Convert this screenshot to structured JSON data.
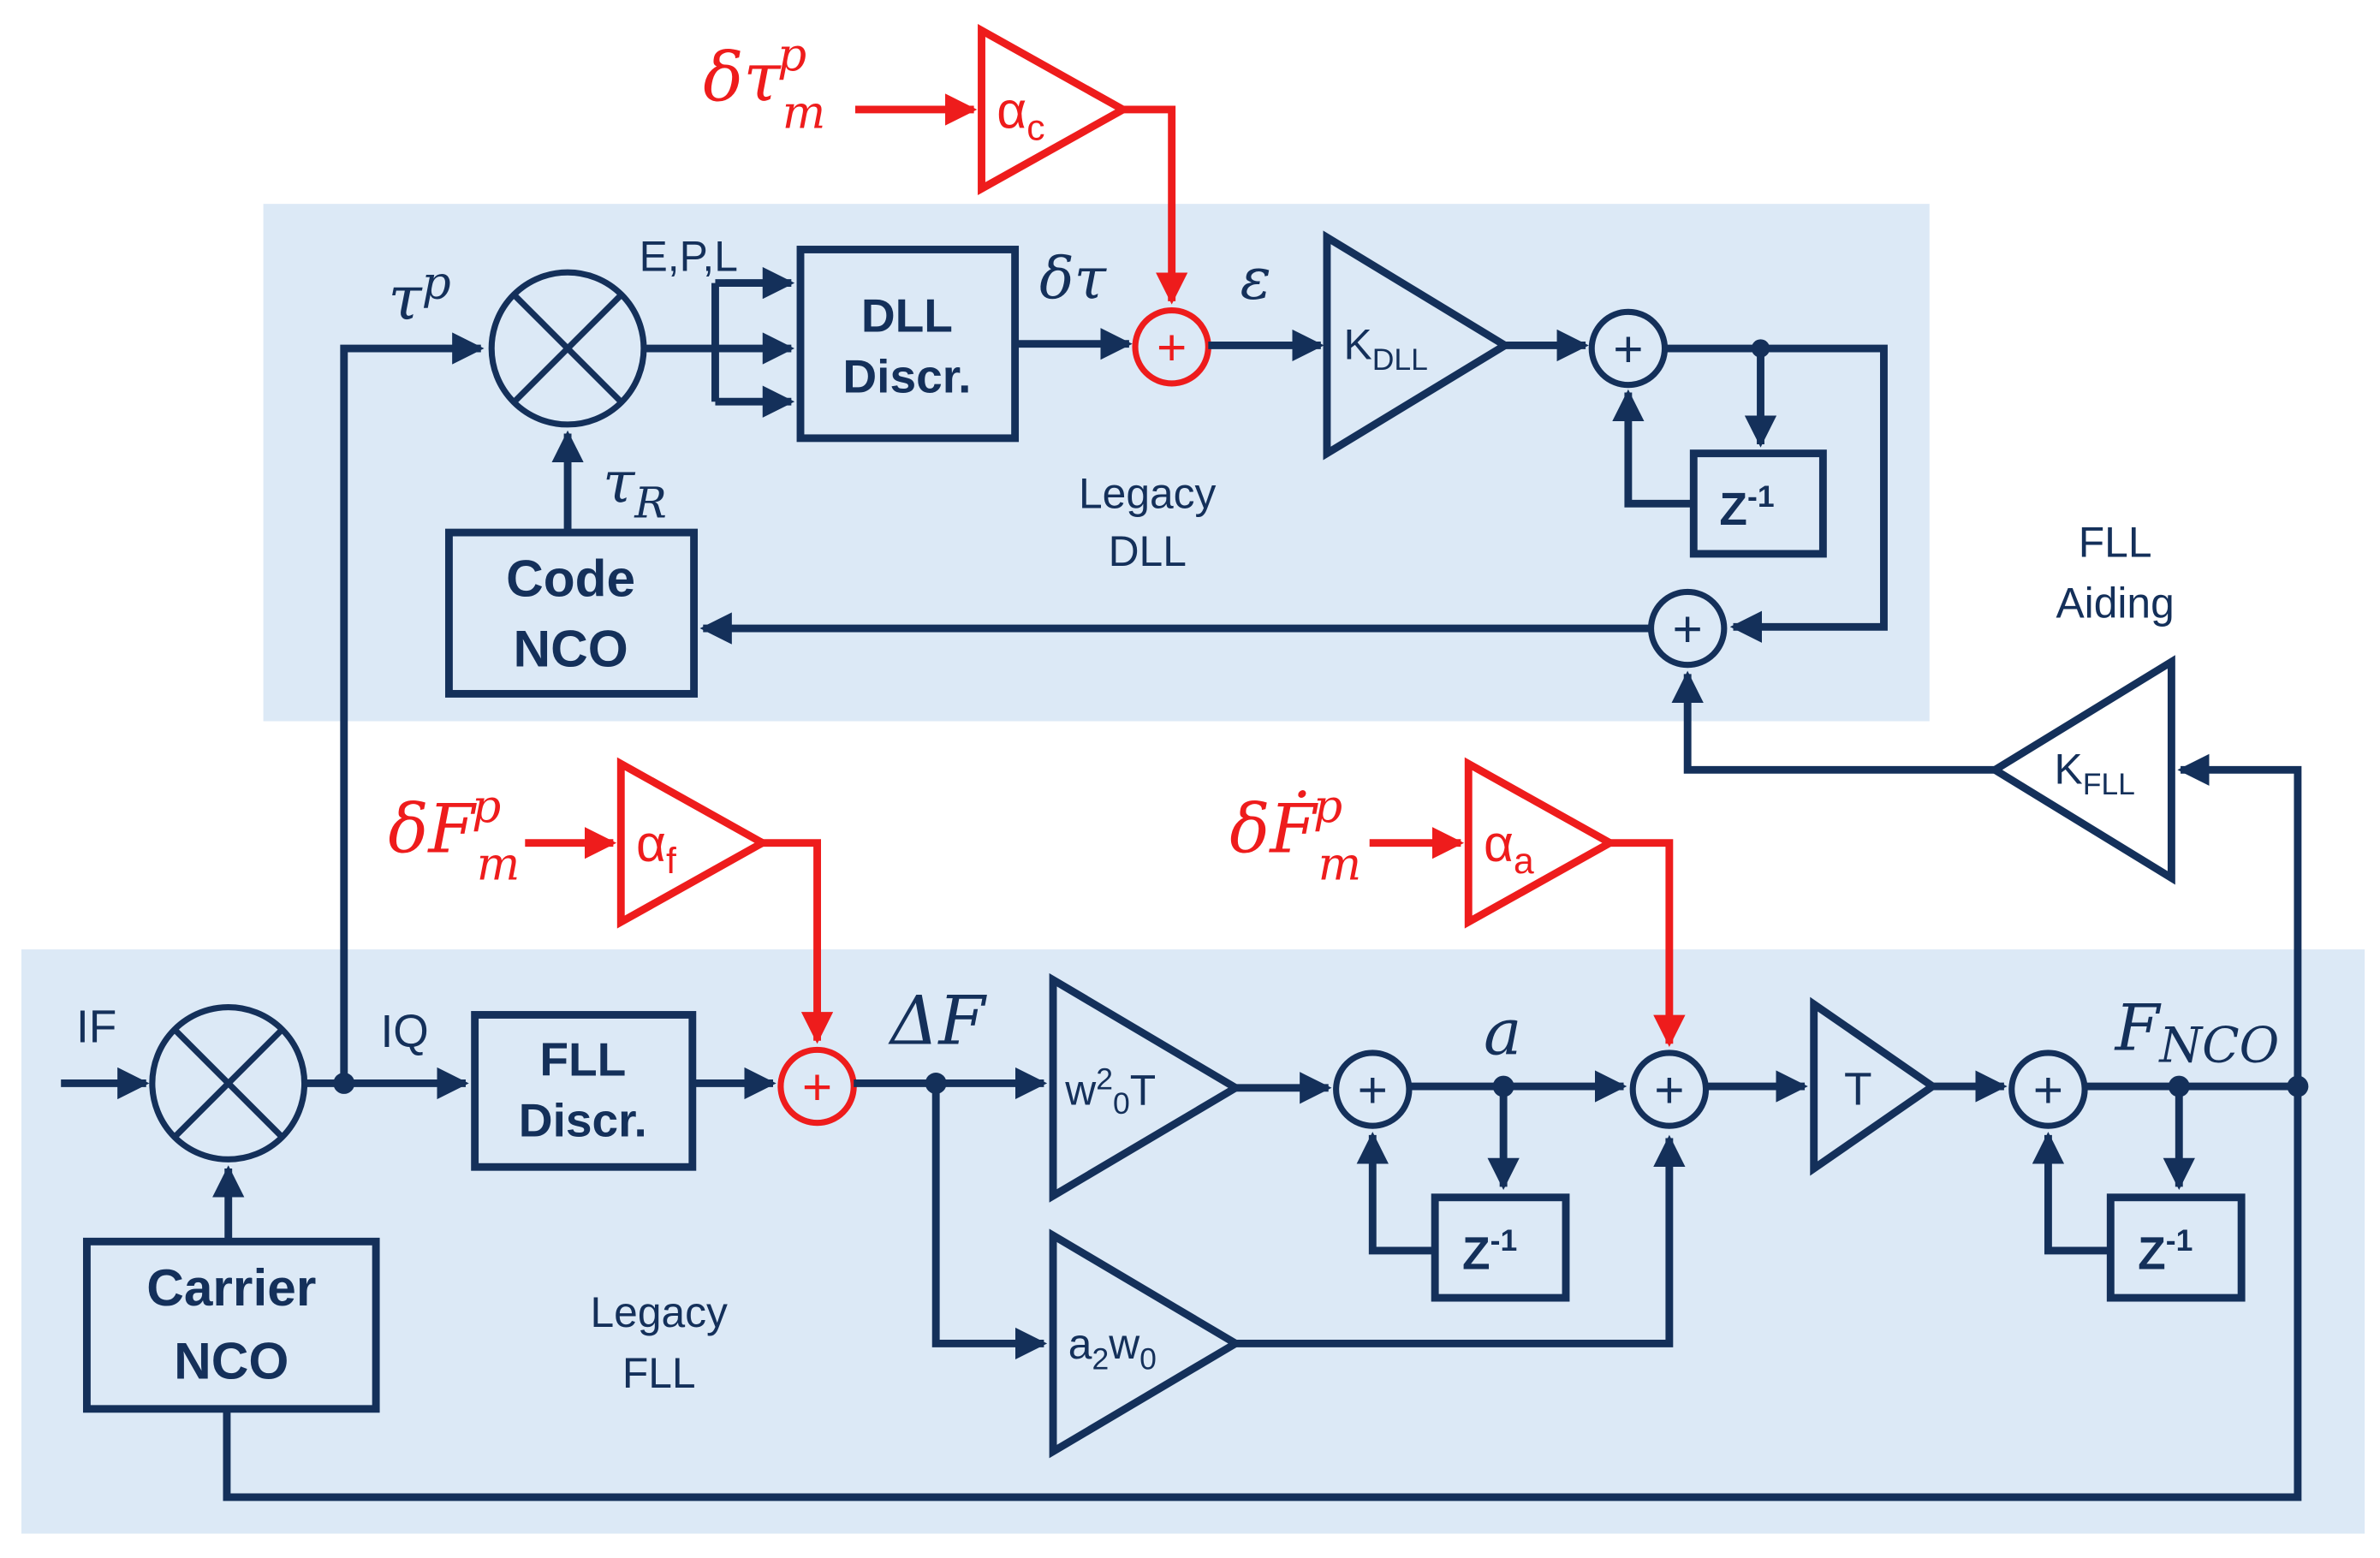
{
  "panels": {
    "dll_label": [
      "Legacy",
      "DLL"
    ],
    "fll_label": [
      "Legacy",
      "FLL"
    ],
    "aiding_label": [
      "FLL",
      "Aiding"
    ]
  },
  "blocks": {
    "dll_discr": [
      "DLL",
      "Discr."
    ],
    "fll_discr": [
      "FLL",
      "Discr."
    ],
    "code_nco": [
      "Code",
      "NCO"
    ],
    "carrier_nco": [
      "Carrier",
      "NCO"
    ],
    "delay": "Z",
    "delay_exp": "-1"
  },
  "gains": {
    "k_dll": {
      "base": "K",
      "sub": "DLL"
    },
    "k_fll": {
      "base": "K",
      "sub": "FLL"
    },
    "w0_t": {
      "base": "w",
      "sup": "2",
      "sub": "0",
      "tail": "T"
    },
    "a2_w0": {
      "base": "a",
      "sub1": "2",
      "mid": "w",
      "sub2": "0"
    },
    "t": "T",
    "alpha_c": {
      "base": "α",
      "sub": "c"
    },
    "alpha_f": {
      "base": "α",
      "sub": "f"
    },
    "alpha_a": {
      "base": "α",
      "sub": "a"
    }
  },
  "signals": {
    "if": "IF",
    "iq": "IQ",
    "epl": "E,P,L",
    "tau_p": {
      "base": "τ",
      "sup": "p"
    },
    "tau_r": {
      "base": "τ",
      "sub": "R"
    },
    "delta_tau": "δτ",
    "epsilon": "ε",
    "delta_f": "ΔF",
    "a": "a",
    "f_nco": {
      "base": "F",
      "sub": "NCO"
    },
    "plus": "+"
  },
  "perturbations": {
    "code": {
      "base": "δτ",
      "sup": "p",
      "sub": "m"
    },
    "freq": {
      "base": "δF",
      "sup": "p",
      "sub": "m"
    },
    "freq_rate": {
      "base": "δḞ",
      "sup": "p",
      "sub": "m"
    }
  },
  "colors": {
    "panel_fill": "#dce9f6",
    "line": "#14305a",
    "perturbation": "#ee1c1c"
  }
}
